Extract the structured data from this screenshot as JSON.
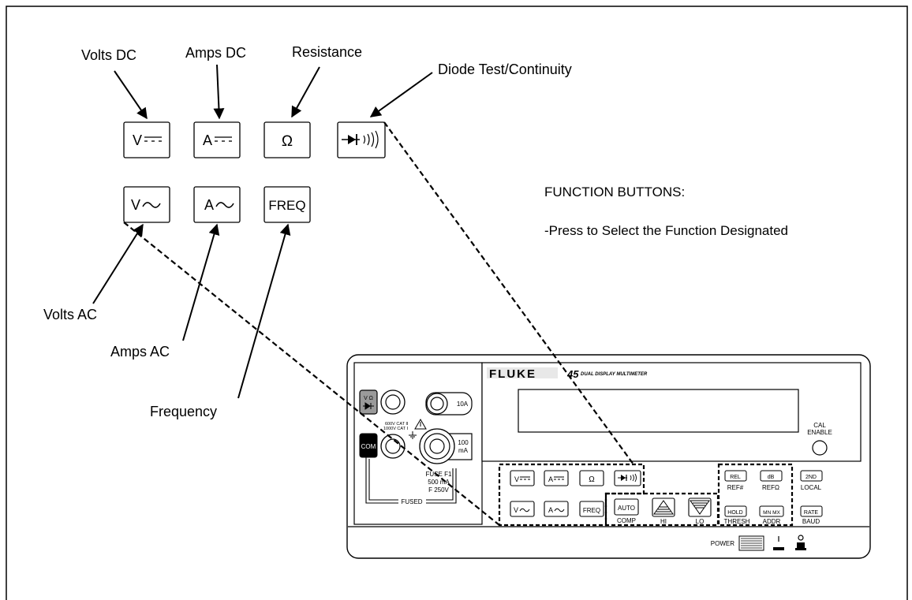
{
  "callouts": {
    "volts_dc": "Volts DC",
    "amps_dc": "Amps DC",
    "resistance": "Resistance",
    "diode_test": "Diode Test/Continuity",
    "volts_ac": "Volts AC",
    "amps_ac": "Amps AC",
    "frequency": "Frequency"
  },
  "big_buttons": {
    "volts_dc": "V",
    "amps_dc": "A",
    "resistance": "Ω",
    "volts_ac": "V",
    "amps_ac": "A",
    "freq": "FREQ"
  },
  "info": {
    "heading": "FUNCTION BUTTONS:",
    "description": "-Press to Select the Function Designated"
  },
  "meter": {
    "brand": "FLUKE",
    "model": "45",
    "subtitle": "DUAL DISPLAY MULTIMETER",
    "cal_line1": "CAL",
    "cal_line2": "ENABLE",
    "power": "POWER",
    "jack_v_ohm": "V Ω",
    "cat_line1": "600V CAT Ⅱ",
    "cat_line2": "1000V CAT Ⅰ",
    "com": "COM",
    "jack_10a": "10A",
    "jack_100_1": "100",
    "jack_100_2": "mA",
    "fuse_line1": "FUSE F1",
    "fuse_line2": "500 mA",
    "fuse_line3": "F 250V",
    "fused": "FUSED",
    "buttons": {
      "v_dc": "V",
      "a_dc": "A",
      "ohm": "Ω",
      "v_ac": "V",
      "a_ac": "A",
      "freq": "FREQ",
      "auto": "AUTO",
      "comp": "COMP",
      "hi": "HI",
      "lo": "LO",
      "rel": "REL",
      "ref_num": "REF#",
      "db": "dB",
      "ref_ohm": "REFΩ",
      "second": "2ND",
      "local": "LOCAL",
      "hold": "HOLD",
      "thresh": "THRESH",
      "mnmx": "MN MX",
      "addr": "ADDR",
      "rate": "RATE",
      "baud": "BAUD"
    }
  }
}
